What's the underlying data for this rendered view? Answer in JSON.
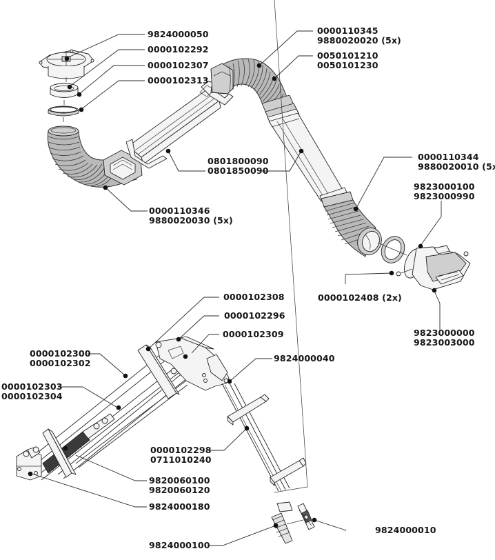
{
  "diagram": {
    "type": "exploded-parts-diagram",
    "subject": "articulated extraction arm with hose, support arm and nozzle"
  },
  "callouts": [
    {
      "id": "c01",
      "lines": [
        "9824000050"
      ]
    },
    {
      "id": "c02",
      "lines": [
        "0000102292"
      ]
    },
    {
      "id": "c03",
      "lines": [
        "0000102307"
      ]
    },
    {
      "id": "c04",
      "lines": [
        "0000102313"
      ]
    },
    {
      "id": "c05",
      "lines": [
        "0000110345",
        "9880020020 (5x)"
      ]
    },
    {
      "id": "c06",
      "lines": [
        "0050101210",
        "0050101230"
      ]
    },
    {
      "id": "c07",
      "lines": [
        "0801800090",
        "0801850090"
      ]
    },
    {
      "id": "c08",
      "lines": [
        "0000110346",
        "9880020030 (5x)"
      ]
    },
    {
      "id": "c09",
      "lines": [
        "0000110344",
        "9880020010 (5x)"
      ]
    },
    {
      "id": "c10",
      "lines": [
        "9823000100",
        "9823000990"
      ]
    },
    {
      "id": "c11",
      "lines": [
        "0000102408 (2x)"
      ]
    },
    {
      "id": "c12",
      "lines": [
        "9823000000",
        "9823003000"
      ]
    },
    {
      "id": "c13",
      "lines": [
        "0000102308"
      ]
    },
    {
      "id": "c14",
      "lines": [
        "0000102296"
      ]
    },
    {
      "id": "c15",
      "lines": [
        "0000102309"
      ]
    },
    {
      "id": "c16",
      "lines": [
        "9824000040"
      ]
    },
    {
      "id": "c17",
      "lines": [
        "0000102300",
        "0000102302"
      ]
    },
    {
      "id": "c18",
      "lines": [
        "0000102303",
        "0000102304"
      ]
    },
    {
      "id": "c19",
      "lines": [
        "0000102298",
        "0711010240"
      ]
    },
    {
      "id": "c20",
      "lines": [
        "9820060100",
        "9820060120"
      ]
    },
    {
      "id": "c21",
      "lines": [
        "9824000180"
      ]
    },
    {
      "id": "c22",
      "lines": [
        "9824000100"
      ]
    },
    {
      "id": "c23",
      "lines": [
        "9824000010"
      ]
    }
  ]
}
